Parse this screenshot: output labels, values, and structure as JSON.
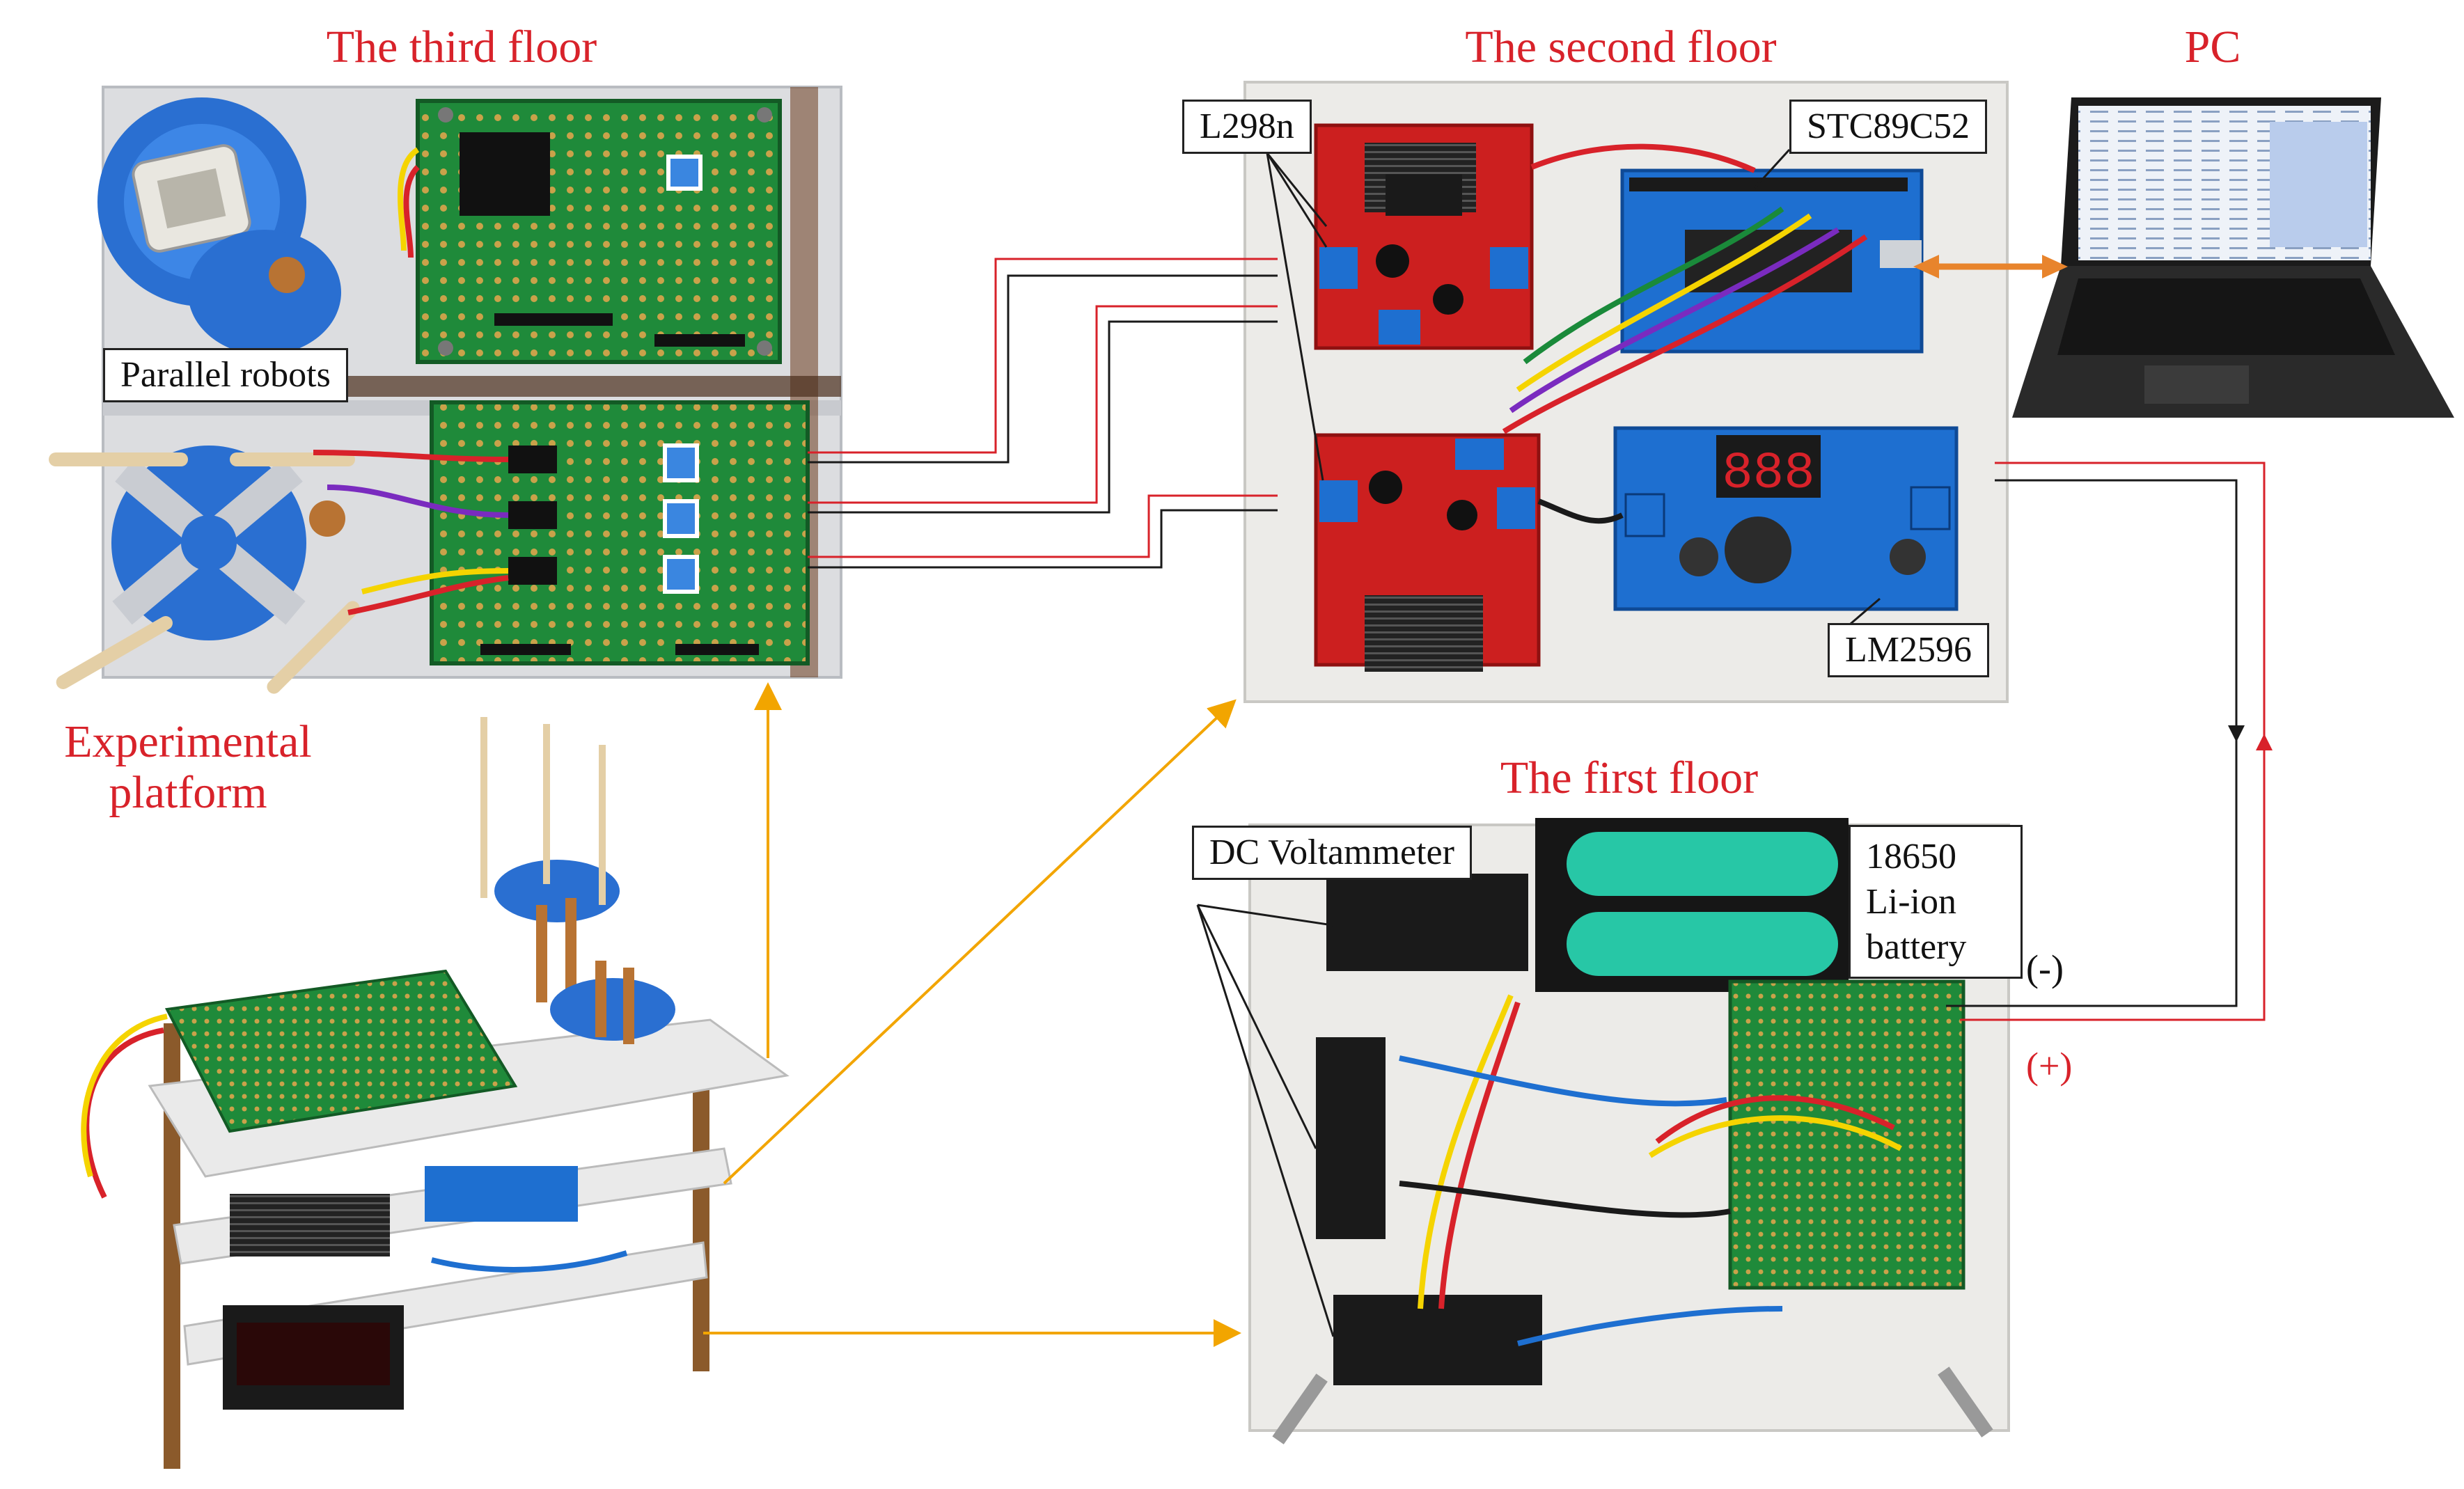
{
  "titles": {
    "third_floor": "The third floor",
    "second_floor": "The second floor",
    "pc": "PC",
    "first_floor": "The first floor",
    "experimental_platform": "Experimental platform"
  },
  "labels": {
    "parallel_robots": "Parallel robots",
    "l298n": "L298n",
    "stc89c52": "STC89C52",
    "lm2596": "LM2596",
    "dc_voltammeter": "DC Voltammeter",
    "battery": "18650 Li-ion battery",
    "negative": "(-)",
    "positive": "(+)"
  },
  "lcd": {
    "display": "888"
  },
  "colors": {
    "title_red": "#d8222a",
    "wire_red": "#d8222a",
    "wire_black": "#1a1a1a",
    "arrow_orange": "#f2a500",
    "link_orange": "#e8842c",
    "pcb_green": "#1f8a3a",
    "driver_red": "#cc1f1f",
    "mcu_blue": "#1e6fd0",
    "battery_teal": "#27c7a6",
    "robot_blue": "#2a6fd1"
  }
}
